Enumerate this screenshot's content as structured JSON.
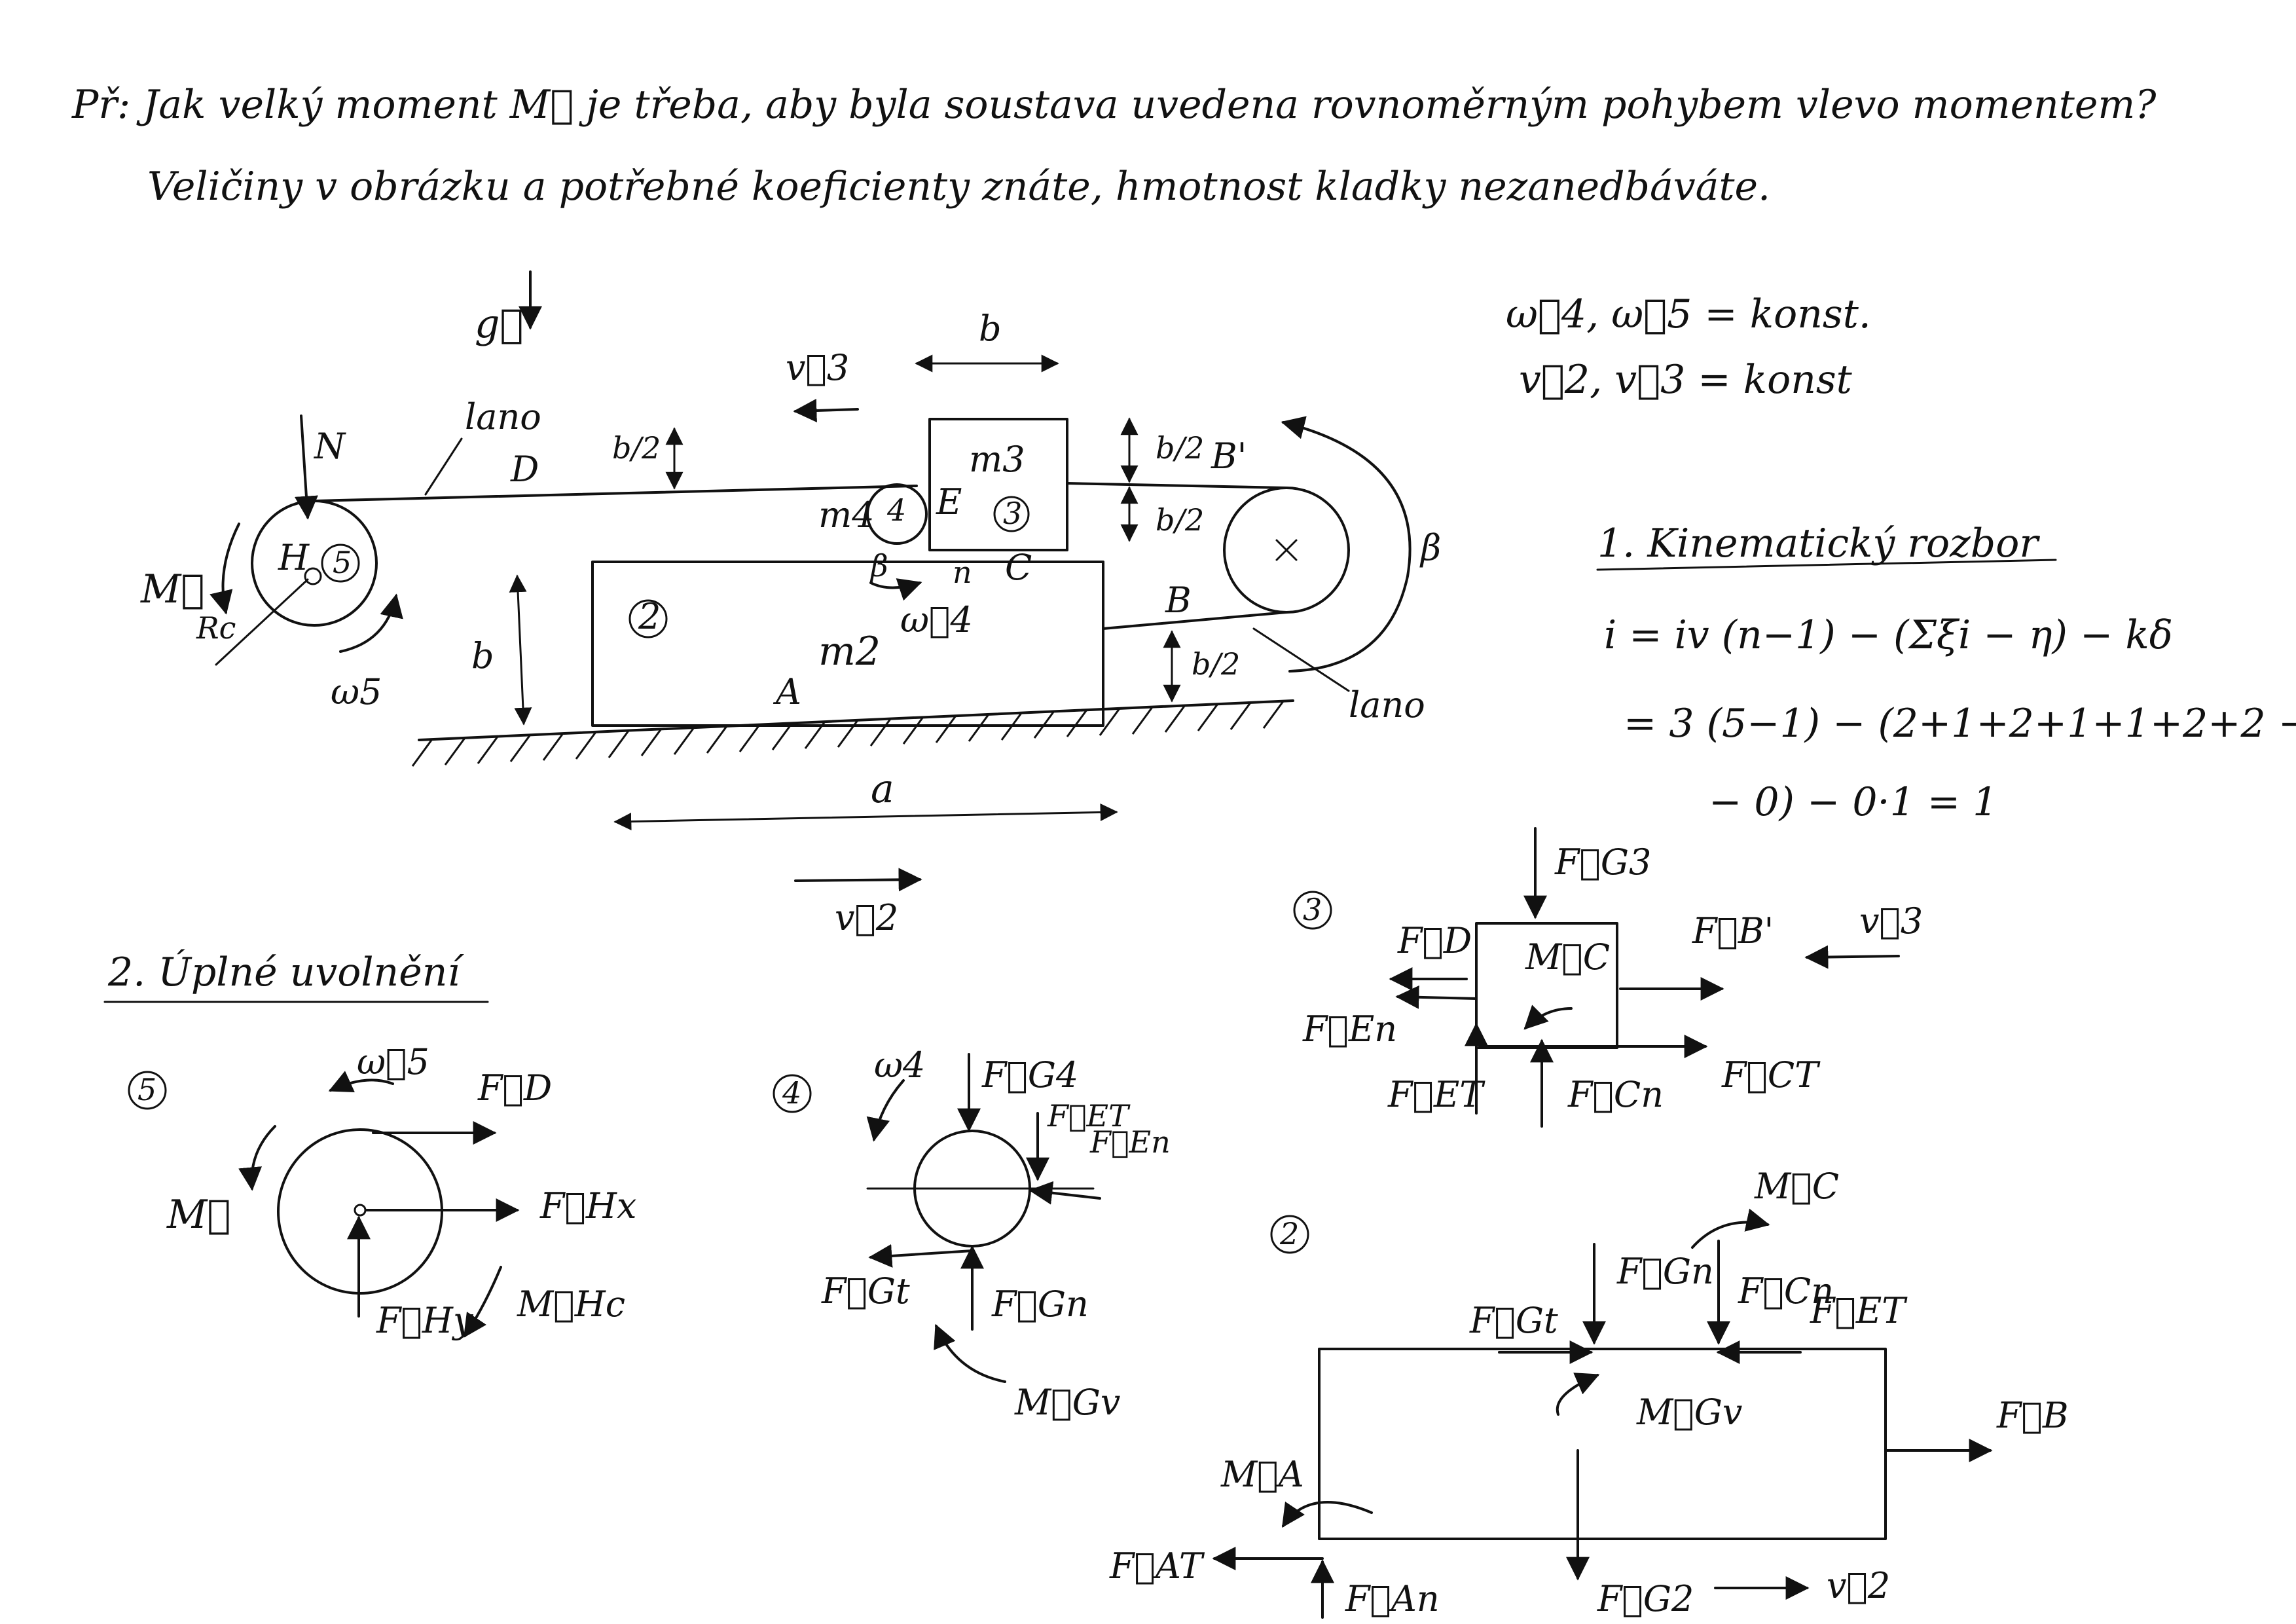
{
  "header": {
    "line1": "Př: Jak velký moment M⃗ je třeba, aby byla soustava uvedena rovnoměrným pohybem vlevo momentem?",
    "line2": "Veličiny v obrázku a potřebné koeficienty znáte, hmotnost kladky nezanedbáváte."
  },
  "kinematics_conditions": {
    "line1": "ω⃗4, ω⃗5 = konst.",
    "line2": "v⃗2, v⃗3 = konst"
  },
  "section1": {
    "title": "1. Kinematický rozbor",
    "line1": "i = iv (n−1) − (Σξi − η) − kδ",
    "line2": "= 3 (5−1) − (2+1+2+1+1+2+2 −",
    "line3": "− 0) − 0·1 = 1"
  },
  "section2": {
    "title": "2. Úplné uvolnění"
  },
  "main_diagram": {
    "g": "g⃗",
    "v3": "v⃗3",
    "v2": "v⃗2",
    "b_top": "b",
    "b_left": "b",
    "a": "a",
    "b_half_1": "b/2",
    "b_half_2": "b/2",
    "b_half_3": "b/2",
    "b_half_4": "b/2",
    "lano_1": "lano",
    "lano_2": "lano",
    "D": "D",
    "E": "E",
    "C": "C",
    "B": "B",
    "B_prime": "B'",
    "A": "A",
    "H": "H",
    "n": "n",
    "rc": "Rc",
    "m3": "m3",
    "m2": "m2",
    "m4": "m4",
    "w4": "ω⃗4",
    "w5": "ω5",
    "M": "M⃗",
    "N": "N",
    "beta": "β",
    "n3": "3",
    "n2": "2",
    "n4": "4",
    "n5": "5"
  },
  "body5": {
    "num": "5",
    "w5": "ω⃗5",
    "FD": "F⃗D",
    "M": "M⃗",
    "FHx": "F⃗Hx",
    "FHy": "F⃗Hy",
    "MHc": "M⃗Hc"
  },
  "body4": {
    "num": "4",
    "w4": "ω4",
    "FG4": "F⃗G4",
    "FET": "F⃗ET",
    "FEn": "F⃗En",
    "FGt": "F⃗Gt",
    "FGn": "F⃗Gn",
    "MGv": "M⃗Gv"
  },
  "body3": {
    "num": "3",
    "FG3": "F⃗G3",
    "FD": "F⃗D",
    "FB_prime": "F⃗B'",
    "v3": "v⃗3",
    "MC": "M⃗C",
    "FEn": "F⃗En",
    "FET": "F⃗ET",
    "FCn": "F⃗Cn",
    "FCT": "F⃗CT"
  },
  "body2": {
    "num": "2",
    "MC": "M⃗C",
    "FGn": "F⃗Gn",
    "FCn": "F⃗Cn",
    "FGt": "F⃗Gt",
    "FET": "F⃗ET",
    "MGv": "M⃗Gv",
    "FB": "F⃗B",
    "MA": "M⃗A",
    "FAT": "F⃗AT",
    "FAn": "F⃗An",
    "FG2": "F⃗G2",
    "v2": "v⃗2"
  }
}
